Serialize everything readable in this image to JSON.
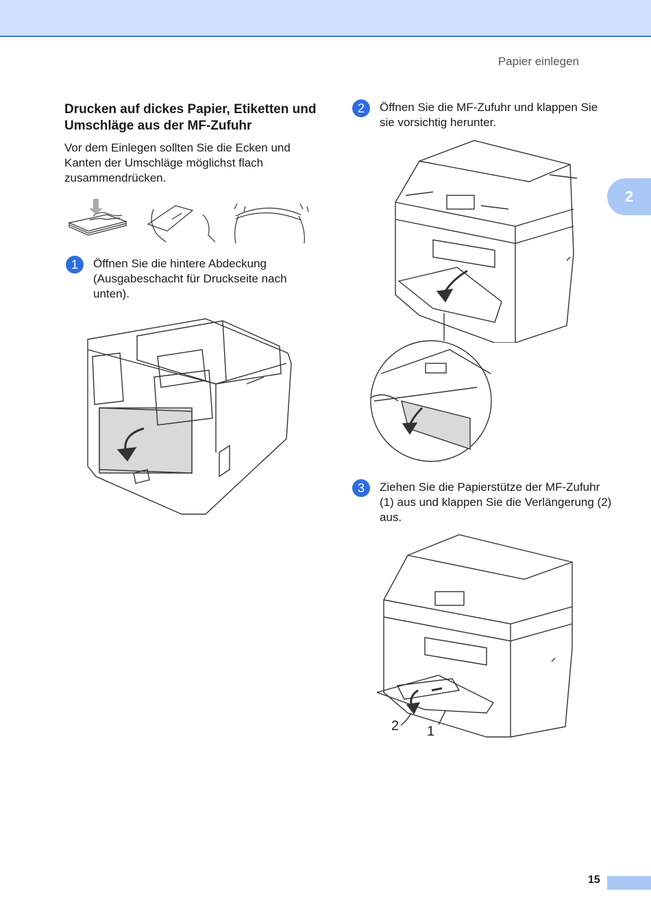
{
  "header": {
    "running_title": "Papier einlegen"
  },
  "chapter_tab": {
    "label": "2"
  },
  "section": {
    "title": "Drucken auf dickes Papier, Etiketten und Umschläge aus der MF-Zufuhr",
    "intro": "Vor dem Einlegen sollten Sie die Ecken und Kanten der Umschläge möglichst flach zusammendrücken."
  },
  "steps": [
    {
      "number": "1",
      "text": "Öffnen Sie die hintere Abdeckung (Ausgabeschacht für Druckseite nach unten)."
    },
    {
      "number": "2",
      "text": "Öffnen Sie die MF-Zufuhr und klappen Sie sie vorsichtig herunter."
    },
    {
      "number": "3",
      "text": "Ziehen Sie die Papierstütze der MF-Zufuhr (1) aus und klappen Sie die Verlängerung (2) aus."
    }
  ],
  "callouts": {
    "support": "1",
    "extension": "2"
  },
  "footer": {
    "page_number": "15"
  },
  "colors": {
    "accent": "#2f6de0",
    "band": "#cfe0ff",
    "tab": "#a9c8f5"
  }
}
